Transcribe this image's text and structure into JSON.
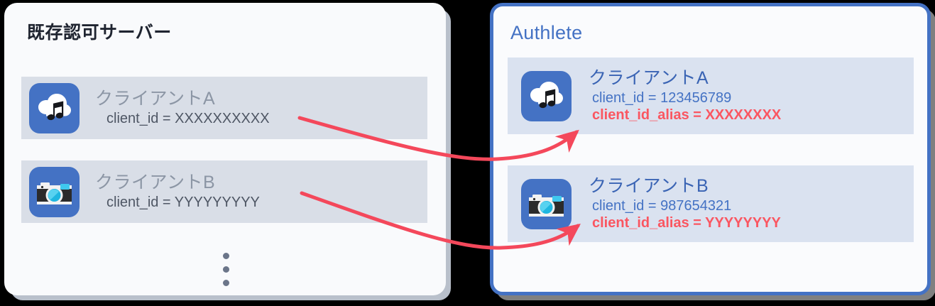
{
  "diagram": {
    "title_hidden": "",
    "accent_blue": "#4472c4",
    "alias_red": "#fa5661",
    "arrow_red": "#f4485b",
    "row_bg_left": "#d9dee7",
    "row_bg_right": "#dae2f0"
  },
  "left_panel": {
    "title": "既存認可サーバー",
    "ellipsis": "⋮",
    "clients": [
      {
        "icon": "cloud-music-icon",
        "name": "クライアントA",
        "client_id_line": "client_id = XXXXXXXXXX"
      },
      {
        "icon": "camera-icon",
        "name": "クライアントB",
        "client_id_line": "client_id = YYYYYYYYY"
      }
    ]
  },
  "right_panel": {
    "title": "Authlete",
    "clients": [
      {
        "icon": "cloud-music-icon",
        "name": "クライアントA",
        "client_id_line": "client_id = 123456789",
        "client_id_alias_line": "client_id_alias = XXXXXXXX"
      },
      {
        "icon": "camera-icon",
        "name": "クライアントB",
        "client_id_line": "client_id = 987654321",
        "client_id_alias_line": "client_id_alias = YYYYYYYY"
      }
    ]
  },
  "arrows": [
    {
      "name": "arrow-client-a",
      "from": "left-client-a",
      "to": "right-client-a"
    },
    {
      "name": "arrow-client-b",
      "from": "left-client-b",
      "to": "right-client-b"
    }
  ]
}
